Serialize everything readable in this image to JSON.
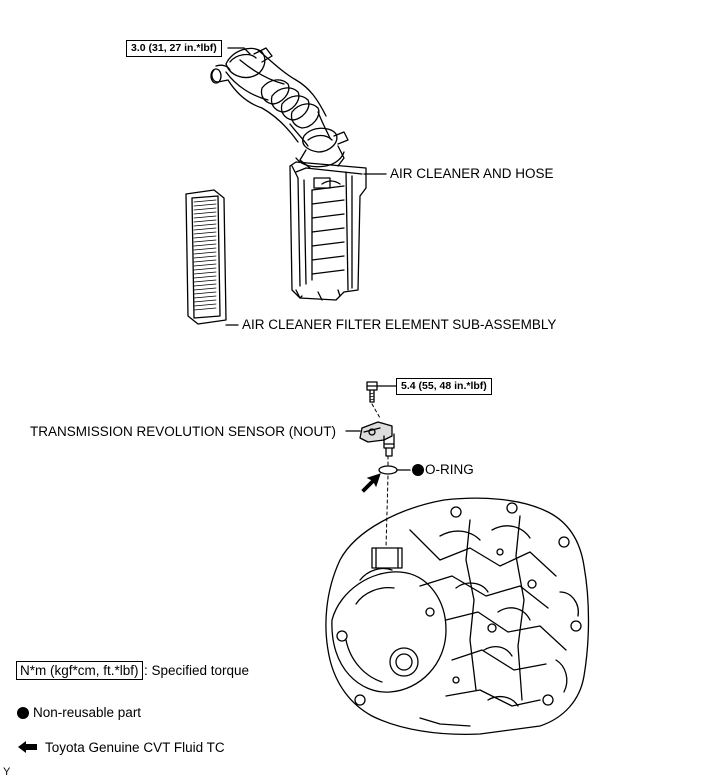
{
  "parts": {
    "air_cleaner_hose": "AIR CLEANER AND HOSE",
    "filter_element": "AIR CLEANER FILTER ELEMENT SUB-ASSEMBLY",
    "revolution_sensor": "TRANSMISSION REVOLUTION SENSOR (NOUT)",
    "o_ring": "O-RING"
  },
  "torque": {
    "hose_clamp": "3.0 (31, 27 in.*lbf)",
    "sensor_bolt": "5.4 (55, 48 in.*lbf)"
  },
  "legend": {
    "torque_unit": "N*m (kgf*cm, ft.*lbf)",
    "torque_desc": ": Specified torque",
    "non_reusable": "Non-reusable part",
    "fluid": "Toyota Genuine CVT Fluid TC"
  },
  "corner_mark": "Y",
  "icons": {
    "non_reusable": "filled-circle-icon",
    "fluid": "arrow-left-icon"
  }
}
